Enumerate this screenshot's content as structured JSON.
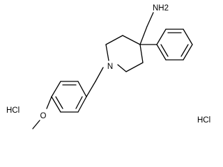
{
  "molecule": {
    "atoms": {
      "amine": "NH2",
      "piperidine_n": "N",
      "methoxy_o": "O"
    },
    "counterions": [
      "HCl",
      "HCl"
    ],
    "colors": {
      "bond": "#000000",
      "text": "#000000",
      "background": "#ffffff"
    }
  }
}
